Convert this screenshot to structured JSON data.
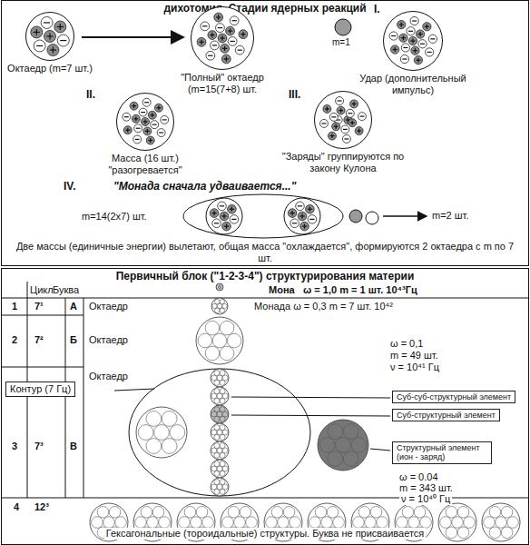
{
  "diagram": {
    "nodes": [
      {
        "text": [
          "дихотомия. Стадии ядерных реакций"
        ]
      },
      {
        "text": [
          "Октаедр (m=7 шт.)"
        ],
        "in": 0
      },
      {
        "text": [
          "\"Полный\" октаедр (m=15(7+8) шт."
        ],
        "in": 0
      },
      {
        "text": [
          "Удар (дополнительный импульс)"
        ],
        "in": 0
      },
      {
        "text": [
          "Масса (16 шт.) \"разогревается\""
        ],
        "in": 0
      },
      {
        "text": [
          "\"Заряды\" группируются по закону Кулона"
        ],
        "in": 0
      },
      {
        "text": [
          "Первичный блок (\"1-2-3-4\") структурирования материи"
        ]
      },
      {
        "text": [
          "Контур (7 Гц)"
        ],
        "in": 6
      },
      {
        "text": [
          "Суб-суб-структурный элемент"
        ],
        "in": 6
      },
      {
        "text": [
          "Суб-структурный элемент"
        ],
        "in": 6
      },
      {
        "text": [
          "Структурный элемент (ион - заряд)"
        ],
        "in": 6
      }
    ],
    "edges": [
      {
        "from": 1,
        "to": 2,
        "arrow": "to"
      }
    ],
    "labels": [
      "I.",
      "m=1",
      "II.",
      "III.",
      "IV.",
      "\"Монада сначала удваивается...\"",
      "m=14(2x7) шт.",
      "m=2 шт.",
      "Две массы (единичные энергии) вылетают, общая масса \"охлаждается\", формируются 2 октаедра с m по 7 шт.",
      "Цикл",
      "Буква",
      "Мона",
      "ω = 1,0 m = 1 шт. 10⁴³Гц",
      "1",
      "7¹",
      "А",
      "Октаедр",
      "Монада ω = 0,3 m = 7 шт. 10⁴²",
      "2",
      "7²",
      "Б",
      "Октаедр",
      "ω = 0,1",
      "m = 49 шт.",
      "ν = 10⁴¹ Гц",
      "Октаедр",
      "3",
      "7³",
      "В",
      "ω = 0.04",
      "m = 343 шт.",
      "ν = 10⁴⁰ Гц",
      "4",
      "12³",
      "Гексагональные (тороидальные) структуры. Буква не присваивается"
    ]
  }
}
